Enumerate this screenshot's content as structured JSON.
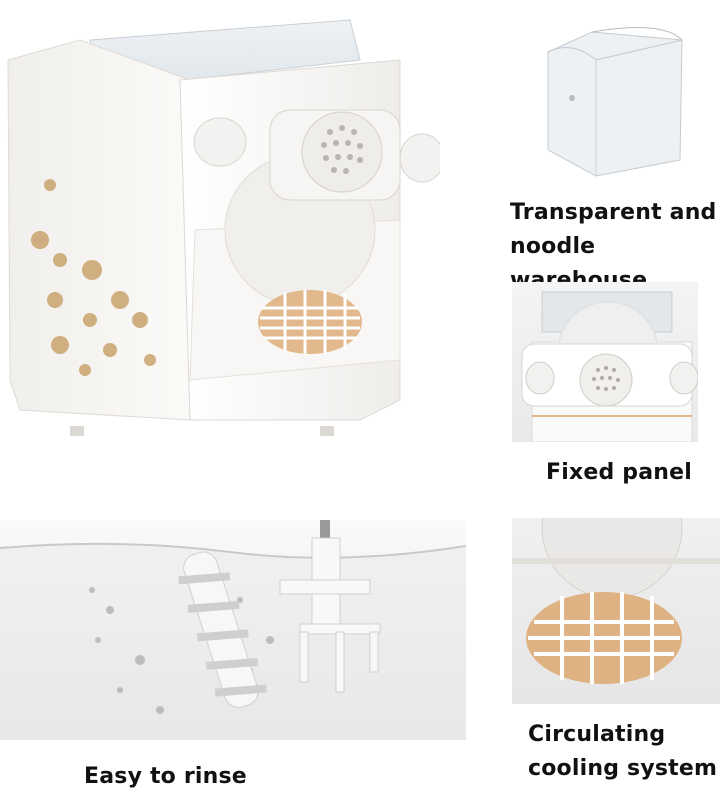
{
  "captions": {
    "cover": [
      "Transparent and",
      "noodle warehouse"
    ],
    "panel": "Fixed panel",
    "cooling": [
      "Circulating",
      "cooling system"
    ],
    "rinse": "Easy to rinse"
  },
  "colors": {
    "body": "#f7f5f2",
    "accent": "#d8a877",
    "floral": "#c9a36d"
  }
}
